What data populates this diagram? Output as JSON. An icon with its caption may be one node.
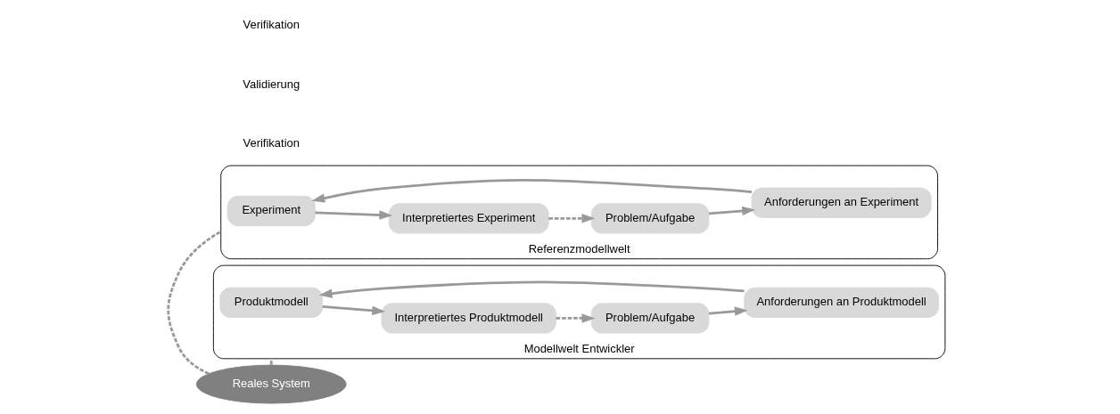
{
  "diagram": {
    "nodes": [
      {
        "text": [
          "Reales System"
        ]
      },
      {
        "text": [
          "Modellwelt Entwickler"
        ]
      },
      {
        "text": [
          "Produktmodell"
        ],
        "in": 1
      },
      {
        "text": [
          "Anforderungen an Produktmodell"
        ],
        "in": 1
      },
      {
        "text": [
          "Interpretiertes Produktmodell"
        ],
        "in": 1
      },
      {
        "text": [
          "Problem/Aufgabe"
        ],
        "in": 1
      },
      {
        "text": [
          "Referenzmodellwelt"
        ]
      },
      {
        "text": [
          "Experiment"
        ],
        "in": 6
      },
      {
        "text": [
          "Interpretiertes Experiment"
        ],
        "in": 6
      },
      {
        "text": [
          "Anforderungen an Experiment"
        ],
        "in": 6
      },
      {
        "text": [
          "Problem/Aufgabe"
        ],
        "in": 6
      }
    ],
    "edges": [
      {
        "from": 0,
        "to": 1,
        "arrow": "none",
        "style": "dashed"
      },
      {
        "from": 0,
        "to": 6,
        "arrow": "none",
        "style": "dashed"
      },
      {
        "from": 3,
        "to": 2,
        "arrow": "to"
      },
      {
        "from": 2,
        "to": 4,
        "arrow": "to"
      },
      {
        "from": 4,
        "to": 5,
        "arrow": "to",
        "style": "dashed"
      },
      {
        "from": 5,
        "to": 3,
        "arrow": "to"
      },
      {
        "from": 9,
        "to": 7,
        "arrow": "to"
      },
      {
        "from": 7,
        "to": 8,
        "arrow": "to"
      },
      {
        "from": 8,
        "to": 10,
        "arrow": "to",
        "style": "dashed"
      },
      {
        "from": 10,
        "to": 9,
        "arrow": "to"
      }
    ],
    "labels": [
      "Verifikation",
      "Validierung",
      "Verifikation"
    ]
  }
}
